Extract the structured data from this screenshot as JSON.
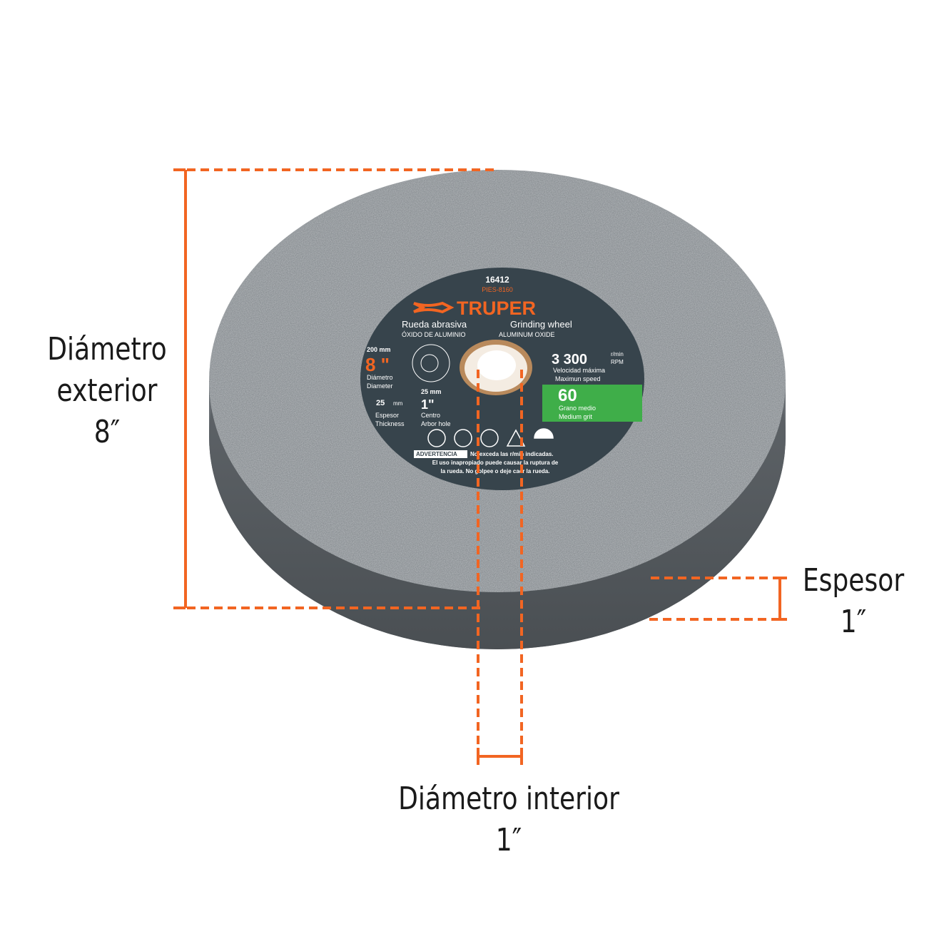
{
  "product": {
    "code": "16412",
    "model": "PIES-8160",
    "brand": "TRUPER",
    "name_es": "Rueda abrasiva",
    "name_en": "Grinding wheel",
    "material_es": "ÓXIDO DE ALUMINIO",
    "material_en": "ALUMINUM OXIDE",
    "diameter_mm": "200 mm",
    "diameter_in": "8 \"",
    "diameter_es": "Diámetro",
    "diameter_en": "Diameter",
    "thickness_mm": "25",
    "thickness_unit": "mm",
    "thickness_es": "Espesor",
    "thickness_en": "Thickness",
    "arbor_mm": "25 mm",
    "arbor_in": "1\"",
    "arbor_es": "Centro",
    "arbor_en": "Arbor hole",
    "speed": "3 300",
    "speed_unit1": "r/min",
    "speed_unit2": "RPM",
    "speed_es": "Velocidad máxima",
    "speed_en": "Maximun speed",
    "grit": "60",
    "grit_es": "Grano medio",
    "grit_en": "Medium grit",
    "warning_tag": "ADVERTENCIA",
    "warning_lines": [
      "No exceda las r/min indicadas.",
      "El uso inapropiado puede causar la ruptura de",
      "la rueda. No golpee o deje caer la rueda."
    ],
    "safety_icons": [
      "gloves-icon",
      "goggles-earmuffs-icon",
      "face-mask-icon",
      "warning-triangle-icon",
      "guard-icon"
    ]
  },
  "dimensions": {
    "outer": [
      "Diámetro",
      "exterior",
      "8″"
    ],
    "thickness": [
      "Espesor",
      "1″"
    ],
    "inner": [
      "Diámetro interior",
      "1″"
    ]
  },
  "colors": {
    "accent": "#f26522",
    "label": "#37444c",
    "grit": "#3fae49",
    "stone": "#8a8f93"
  }
}
